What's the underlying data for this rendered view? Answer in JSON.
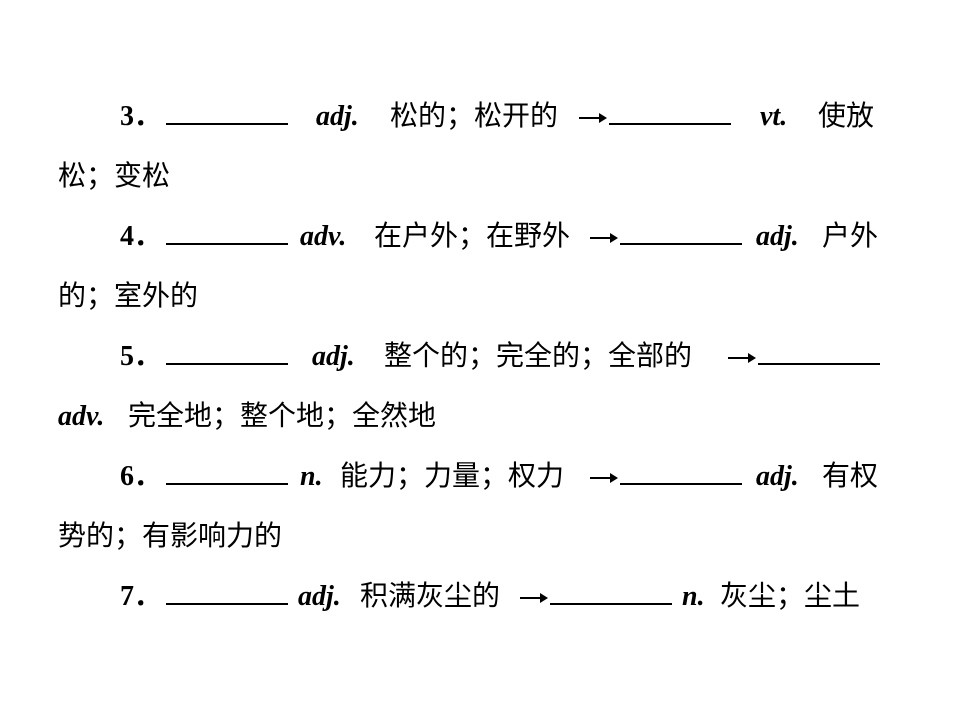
{
  "items": [
    {
      "number": "3．",
      "pos1": "adj.",
      "meaning1": "松的；松开的",
      "pos2": "vt.",
      "meaning2_part1": "使放",
      "meaning2_part2": "松；变松"
    },
    {
      "number": "4．",
      "pos1": "adv.",
      "meaning1": "在户外；在野外",
      "pos2": "adj.",
      "meaning2_part1": "户外",
      "meaning2_part2": "的；室外的"
    },
    {
      "number": "5．",
      "pos1": "adj.",
      "meaning1": "整个的；完全的；全部的",
      "pos2": "adv.",
      "meaning2": "完全地；整个地；全然地"
    },
    {
      "number": "6．",
      "pos1": "n.",
      "meaning1": "能力；力量；权力",
      "pos2": "adj.",
      "meaning2_part1": "有权",
      "meaning2_part2": "势的；有影响力的"
    },
    {
      "number": "7．",
      "pos1": "adj.",
      "meaning1": "积满灰尘的",
      "pos2": "n.",
      "meaning2": "灰尘；尘土"
    }
  ]
}
